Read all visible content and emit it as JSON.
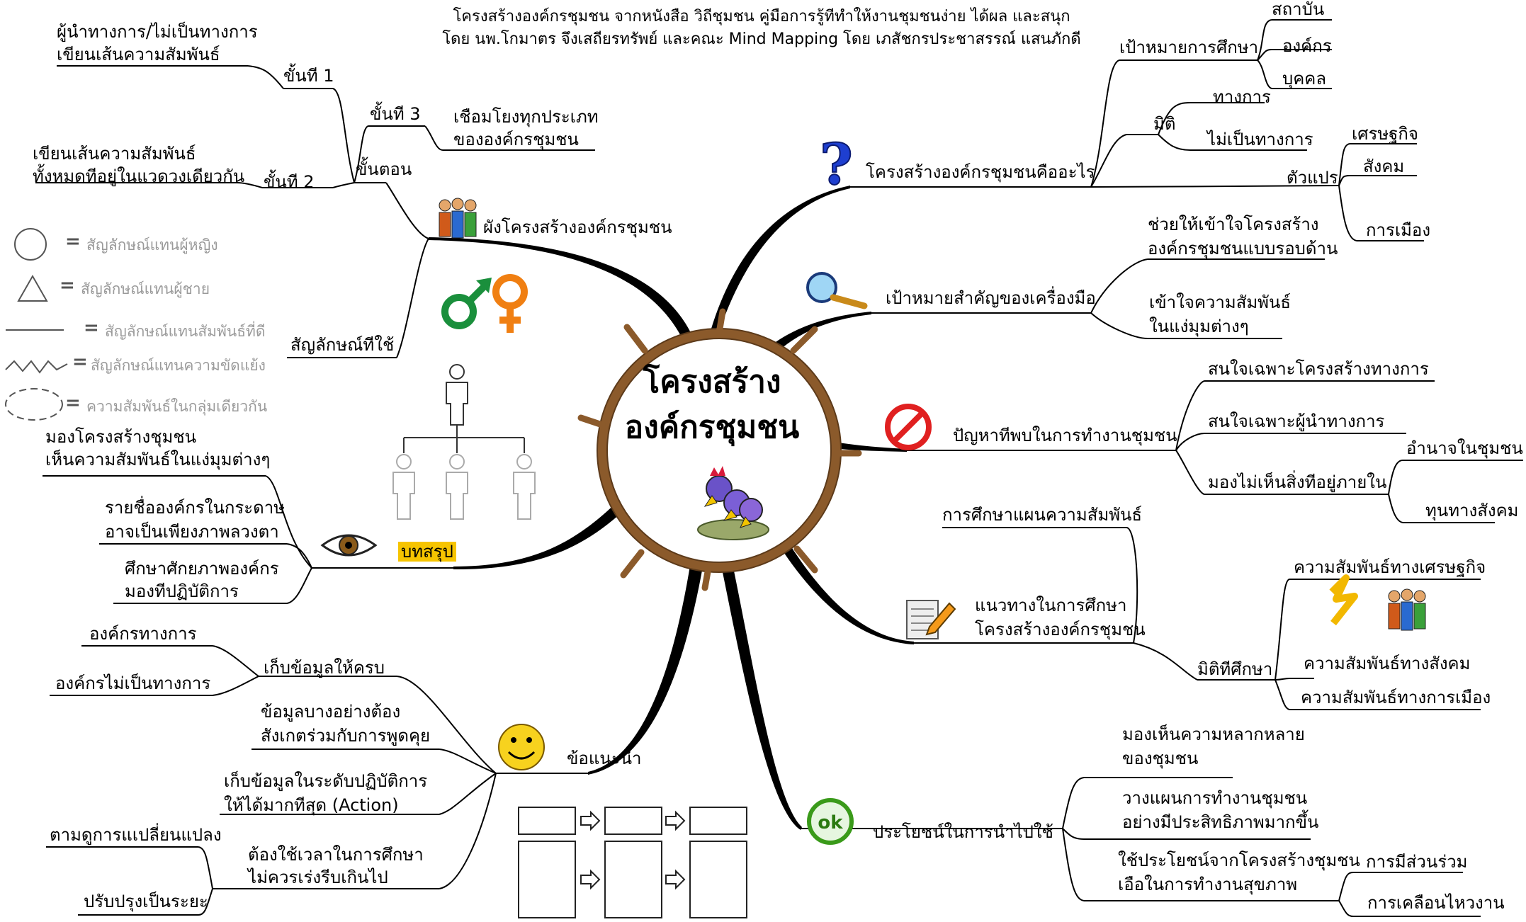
{
  "header": {
    "line1": "โครงสร้างองค์กรชุมชน จากหนังสือ วิถีชุมชน คู่มือการรู้ทีทำให้งานชุมชนง่าย ได้ผล และสนุก",
    "line2": "โดย นพ.โกมาตร จึงเสถียรทรัพย์ และคณะ Mind Mapping โดย เภสัชกรประชาสรรณ์ แสนภักดี"
  },
  "center": {
    "line1": "โครงสร้าง",
    "line2": "องค์กรชุมชน"
  },
  "right": {
    "what": {
      "label": "โครงสร้างองค์กรชุมชนคืออะไร",
      "goal": "เป้าหมายการศึกษา",
      "goal_items": [
        "สถาบัน",
        "องค์กร",
        "บุคคล"
      ],
      "dimension": "มิติ",
      "dimension_items": [
        "ทางการ",
        "ไม่เป็นทางการ"
      ],
      "variables": "ตัวแปร",
      "variable_items": [
        "เศรษฐกิจ",
        "สังคม",
        "การเมือง"
      ]
    },
    "purpose": {
      "label": "เป้าหมายสำคัญของเครื่องมือ",
      "item1_l1": "ช่วยให้เข้าใจโครงสร้าง",
      "item1_l2": "องค์กรชุมชนแบบรอบด้าน",
      "item2_l1": "เข้าใจความสัมพันธ์",
      "item2_l2": "ในแง่มุมต่างๆ"
    },
    "problems": {
      "label": "ปัญหาทีพบในการทำงานชุมชน",
      "item1": "สนใจเฉพาะโครงสร้างทางการ",
      "item2": "สนใจเฉพาะผู้นำทางการ",
      "item3": "มองไม่เห็นสิ่งทีอยู่ภายใน",
      "item3_sub": [
        "อำนาจในชุมชน",
        "ทุนทางสังคม"
      ]
    },
    "guide": {
      "label_l1": "แนวทางในการศึกษา",
      "label_l2": "โครงสร้างองค์กรชุมชน",
      "study": "การศึกษาแผนความสัมพันธ์",
      "dims": "มิติทีศึกษา",
      "dim_items": [
        "ความสัมพันธ์ทางเศรษฐกิจ",
        "ความสัมพันธ์ทางสังคม",
        "ความสัมพันธ์ทางการเมือง"
      ]
    },
    "benefit": {
      "label": "ประโยชน์ในการนำไปใช้",
      "item1_l1": "มองเห็นความหลากหลาย",
      "item1_l2": "ของชุมชน",
      "item2_l1": "วางแผนการทำงานชุมชน",
      "item2_l2": "อย่างมีประสิทธิภาพมากขึ้น",
      "item3_l1": "ใช้ประโยชน์จากโครงสร้างชุมชน",
      "item3_l2": "เอือในการทำงานสุขภาพ",
      "item3_sub": [
        "การมีส่วนร่วม",
        "การเคลือนไหวงาน"
      ]
    }
  },
  "left": {
    "chart": {
      "label": "ผังโครงสร้างองค์กรชุมชน",
      "steps": "ขั้นตอน",
      "step1": "ขั้นที 1",
      "step1_l1": "ผู้นำทางการ/ไม่เป็นทางการ",
      "step1_l2": "เขียนเส้นความสัมพันธ์",
      "step2": "ขั้นที 2",
      "step2_l1": "เขียนเส้นความสัมพันธ์",
      "step2_l2": "ทั้งหมดทีอยู่ในแวดวงเดียวกัน",
      "step3": "ขั้นที 3",
      "step3_l1": "เชือมโยงทุกประเภท",
      "step3_l2": "ขององค์กรชุมชน"
    },
    "symbols": {
      "label": "สัญลักษณ์ทีใช้",
      "eq": "=",
      "items": [
        "สัญลักษณ์แทนผู้หญิง",
        "สัญลักษณ์แทนผู้ชาย",
        "สัญลักษณ์แทนสัมพันธ์ที่ดี",
        "สัญลักษณ์แทนความขัดแย้ง",
        "ความสัมพันธ์ในกลุ่มเดียวกัน"
      ]
    },
    "summary": {
      "label": "บทสรุป",
      "item1_l1": "มองโครงสร้างชุมชน",
      "item1_l2": "เห็นความสัมพันธ์ในแง่มุมต่างๆ",
      "item2_l1": "รายชื่อองค์กรในกระดาษ",
      "item2_l2": "อาจเป็นเพียงภาพลวงตา",
      "item3_l1": "ศึกษาศักยภาพองค์กร",
      "item3_l2": "มองทีปฏิบัติการ"
    },
    "advice": {
      "label": "ข้อแนะนำ",
      "collect": "เก็บข้อมูลให้ครบ",
      "collect_items": [
        "องค์กรทางการ",
        "องค์กรไม่เป็นทางการ"
      ],
      "observe_l1": "ข้อมูลบางอย่างต้อง",
      "observe_l2": "สังเกตร่วมกับการพูดคุย",
      "practice_l1": "เก็บข้อมูลในระดับปฏิบัติการ",
      "practice_l2": "ให้ได้มากทีสุด (Action)",
      "time_l1": "ต้องใช้เวลาในการศึกษา",
      "time_l2": "ไม่ควรเร่งรีบเกินไป",
      "time_items": [
        "ตามดูการแเปลี่ยนแปลง",
        "ปรับปรุงเป็นระยะ"
      ]
    }
  },
  "colors": {
    "branch": "#000000",
    "ring": "#8b5a2b",
    "highlight": "#f6c400",
    "question": "#1e3fd0",
    "male": "#1a8f3c",
    "female": "#f07f12",
    "stop": "#e02020",
    "ok": "#3a9a1a",
    "smiley": "#f7d21e"
  },
  "icons": [
    "question-icon",
    "magnifier-icon",
    "no-entry-icon",
    "note-pencil-icon",
    "ok-icon",
    "people-icon",
    "male-symbol-icon",
    "female-symbol-icon",
    "eye-icon",
    "smiley-icon",
    "money-icon",
    "hierarchy-figure-icon",
    "birds-nest-icon",
    "flowchart-icon"
  ]
}
